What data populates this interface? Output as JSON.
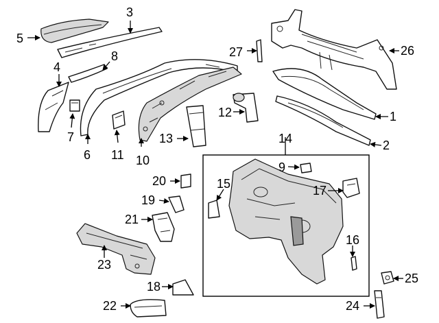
{
  "labels": {
    "l1": "1",
    "l2": "2",
    "l3": "3",
    "l4": "4",
    "l5": "5",
    "l6": "6",
    "l7": "7",
    "l8": "8",
    "l9": "9",
    "l10": "10",
    "l11": "11",
    "l12": "12",
    "l13": "13",
    "l14": "14",
    "l15": "15",
    "l16": "16",
    "l17": "17",
    "l18": "18",
    "l19": "19",
    "l20": "20",
    "l21": "21",
    "l22": "22",
    "l23": "23",
    "l24": "24",
    "l25": "25",
    "l26": "26",
    "l27": "27"
  },
  "colors": {
    "line": "#111111",
    "shade": "#d8d8d8",
    "background": "#ffffff"
  }
}
